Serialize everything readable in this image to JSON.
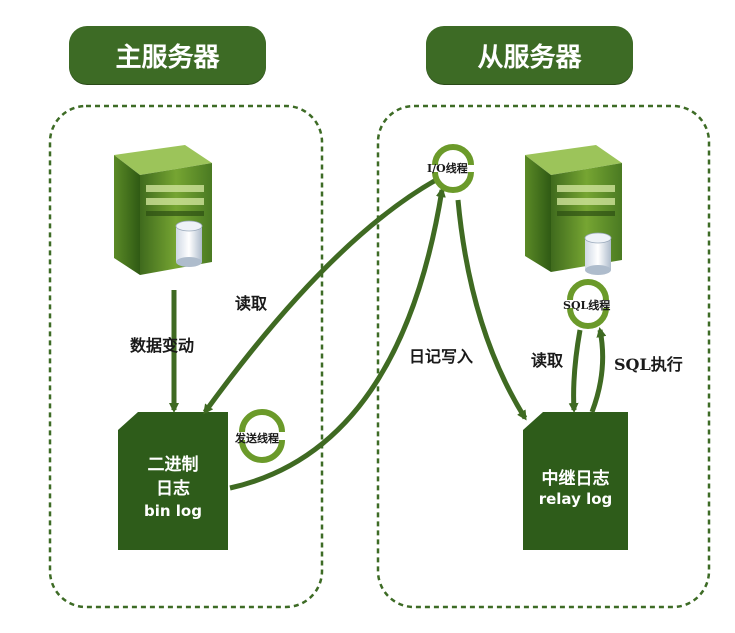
{
  "master": {
    "title": "主服务器"
  },
  "slave": {
    "title": "从服务器"
  },
  "labels": {
    "data_change": "数据变动",
    "read_master": "读取",
    "dump_thread": "发送线程",
    "io_thread": "I/O线程",
    "write_log": "日记写入",
    "sql_thread": "SQL线程",
    "read_slave": "读取",
    "sql_exec": "SQL执行"
  },
  "binlog": {
    "line1": "二进制",
    "line2": "日志",
    "line3": "bin log"
  },
  "relaylog": {
    "line1": "中继日志",
    "line2": "relay log"
  },
  "colors": {
    "accent": "#3d6b25",
    "arrow": "#3f6a22",
    "doc": "#2e5c1a",
    "server": "#6b9a2a"
  }
}
